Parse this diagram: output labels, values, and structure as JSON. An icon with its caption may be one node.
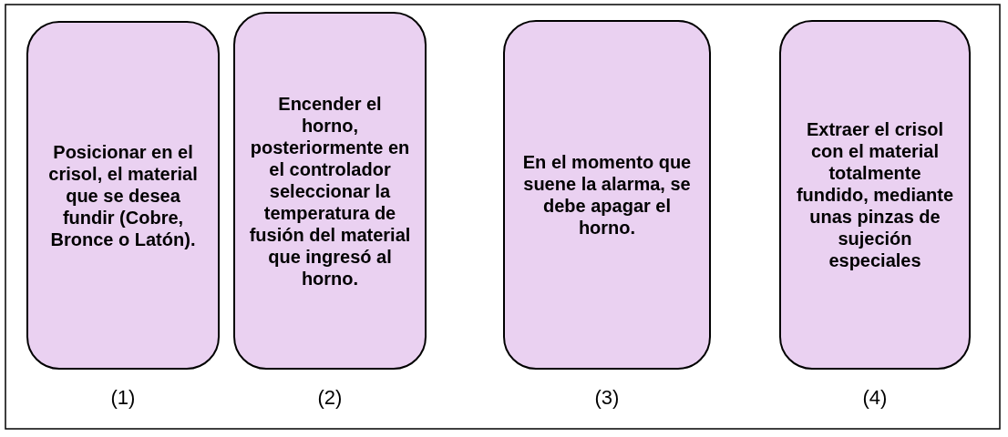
{
  "diagram": {
    "nodes": [
      {
        "text": [
          "Posicionar en el crisol, el material que se desea fundir (Cobre, Bronce o Latón)."
        ],
        "beside": [
          "(1)"
        ]
      },
      {
        "text": [
          "Encender el horno, posteriormente en el controlador seleccionar la temperatura de fusión del material que ingresó al horno."
        ],
        "beside": [
          "(2)"
        ]
      },
      {
        "text": [
          "En el momento que suene la alarma, se debe apagar el horno."
        ],
        "beside": [
          "(3)"
        ]
      },
      {
        "text": [
          "Extraer el crisol con el material totalmente fundido, mediante unas pinzas de sujeción especiales"
        ],
        "beside": [
          "(4)"
        ]
      }
    ]
  }
}
